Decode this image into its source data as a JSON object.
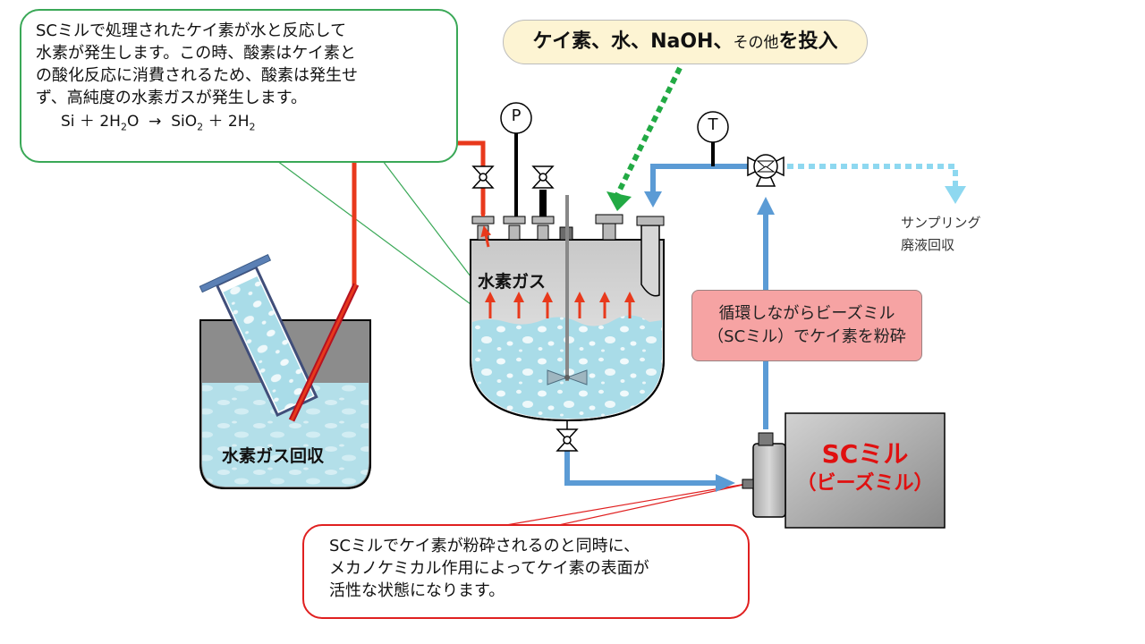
{
  "callouts": {
    "reaction": {
      "lines": [
        "SCミルで処理されたケイ素が水と反応して",
        "水素が発生します。この時、酸素はケイ素と",
        "の酸化反応に消費されるため、酸素は発生せ",
        "ず、高純度の水素ガスが発生します。"
      ],
      "formula": {
        "si": "Si",
        "plus1": "＋",
        "h2o_pre": "2H",
        "h2o_sub": "2",
        "h2o_post": "O",
        "arrow": "→",
        "sio2_pre": "SiO",
        "sio2_sub": "2",
        "plus2": "＋",
        "h2_pre": "2H",
        "h2_sub": "2"
      },
      "border_color": "#3aa857"
    },
    "mechano": {
      "lines": [
        "SCミルでケイ素が粉砕されるのと同時に、",
        "メカノケミカル作用によってケイ素の表面が",
        "活性な状態になります。"
      ],
      "border_color": "#e02020"
    }
  },
  "input_label": {
    "main": "ケイ素、水、NaOH、",
    "small": "その他",
    "tail": "を投入"
  },
  "circulation_label": {
    "line1": "循環しながらビーズミル",
    "line2": "（SCミル）でケイ素を粉砕"
  },
  "tank_gas_label": "水素ガス",
  "collection_label": "水素ガス回収",
  "sampling_label": {
    "line1": "サンプリング",
    "line2": "廃液回収"
  },
  "gauges": {
    "pressure": "P",
    "temperature": "T"
  },
  "mill_label": {
    "line1": "SCミル",
    "line2": "（ビーズミル）"
  },
  "colors": {
    "pipe_blue": "#5b9bd5",
    "hydrogen_line": "#e8391c",
    "dotted_green": "#22aa44",
    "dotted_cyan": "#8ed8f0",
    "water": "#a9dce8",
    "mill_red": "#e01010"
  }
}
